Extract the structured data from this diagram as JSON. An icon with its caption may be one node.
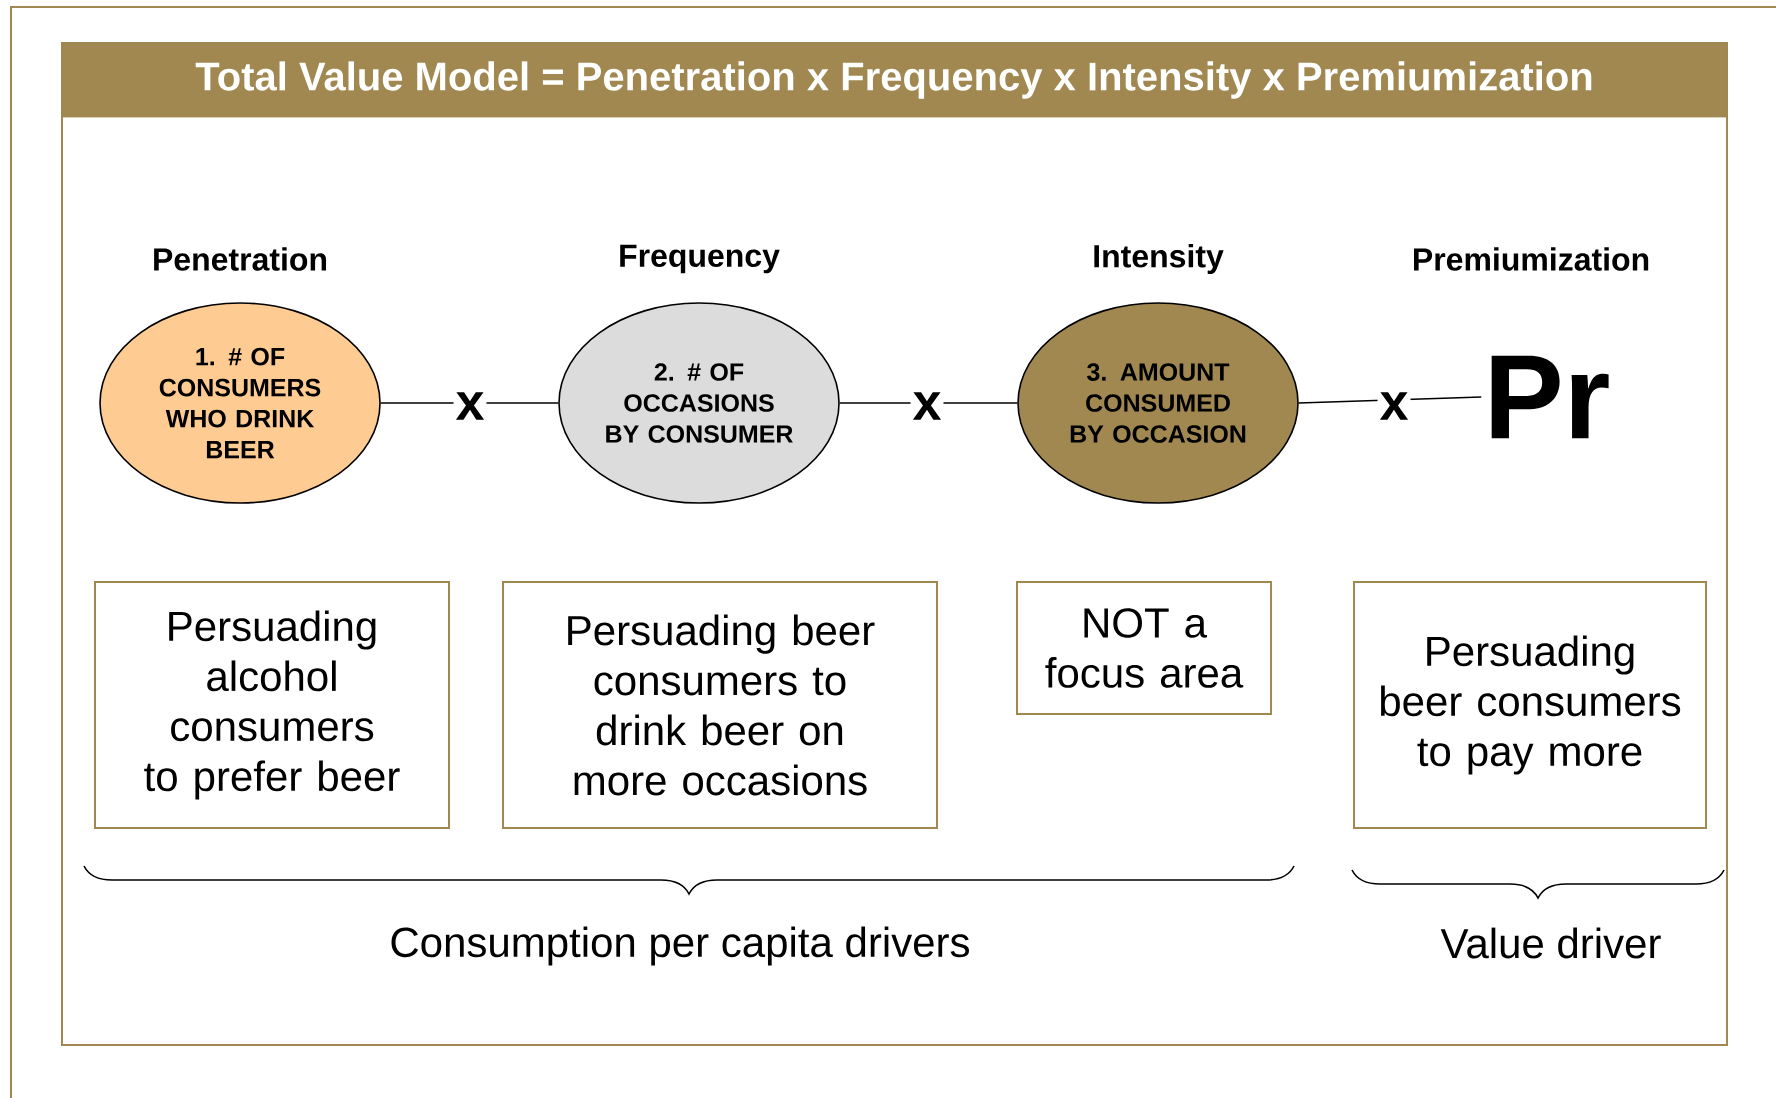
{
  "diagram": {
    "title": "Total Value Model = Penetration x Frequency x Intensity x Premiumization",
    "nodes": [
      {
        "text": [
          "Penetration",
          "1. # OF CONSUMERS WHO DRINK BEER"
        ]
      },
      {
        "text": [
          "Frequency",
          "2. # OF OCCASIONS BY CONSUMER"
        ]
      },
      {
        "text": [
          "Intensity",
          "3. AMOUNT CONSUMED BY OCCASION"
        ]
      },
      {
        "text": [
          "Premiumization",
          "Pr"
        ]
      },
      {
        "text": [
          "Persuading alcohol consumers to prefer beer"
        ]
      },
      {
        "text": [
          "Persuading beer consumers to drink beer on more occasions"
        ]
      },
      {
        "text": [
          "NOT a focus area"
        ]
      },
      {
        "text": [
          "Persuading beer consumers to pay more"
        ]
      }
    ],
    "edges": [
      {
        "from": 0,
        "to": 1,
        "arrow": "none",
        "label": "x"
      },
      {
        "from": 1,
        "to": 2,
        "arrow": "none",
        "label": "x"
      },
      {
        "from": 2,
        "to": 3,
        "arrow": "none",
        "label": "x"
      }
    ],
    "labels": [
      "Consumption per capita drivers",
      "Value driver"
    ]
  }
}
